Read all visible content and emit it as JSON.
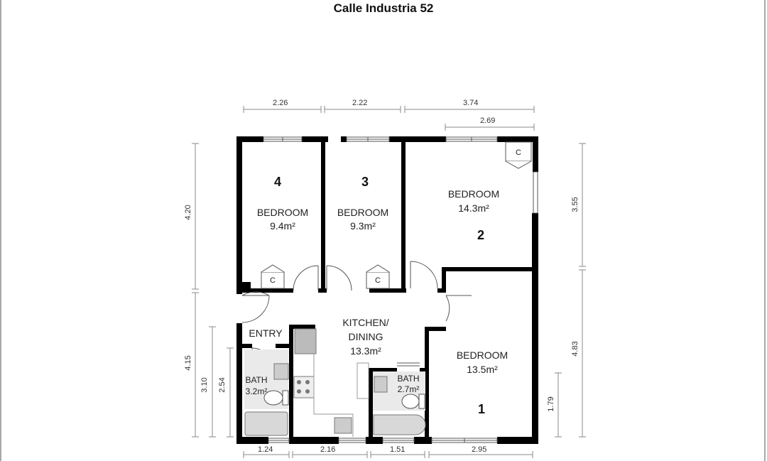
{
  "title": "Calle Industria 52",
  "rooms": {
    "bedroom4": {
      "number": "4",
      "name": "BEDROOM",
      "area": "9.4m²"
    },
    "bedroom3": {
      "number": "3",
      "name": "BEDROOM",
      "area": "9.3m²"
    },
    "bedroom2": {
      "number": "2",
      "name": "BEDROOM",
      "area": "14.3m²"
    },
    "bedroom1": {
      "number": "1",
      "name": "BEDROOM",
      "area": "13.5m²"
    },
    "kitchen": {
      "name_line1": "KITCHEN/",
      "name_line2": "DINING",
      "area": "13.3m²"
    },
    "entry": {
      "name": "ENTRY"
    },
    "bath_left": {
      "name": "BATH",
      "area": "3.2m²"
    },
    "bath_right": {
      "name": "BATH",
      "area": "2.7m²"
    }
  },
  "closet_label": "C",
  "dimensions": {
    "top": [
      "2.26",
      "2.22",
      "3.74"
    ],
    "top_sub": "2.69",
    "bottom": [
      "1.24",
      "2.16",
      "1.51",
      "2.95"
    ],
    "left": [
      "4.20",
      "4.15",
      "3.10",
      "2.54"
    ],
    "right": [
      "3.55",
      "4.83",
      "1.79"
    ]
  },
  "colors": {
    "wall": "#000000",
    "dim_line": "#8a8a8a",
    "fixture": "#cfcfcf"
  }
}
